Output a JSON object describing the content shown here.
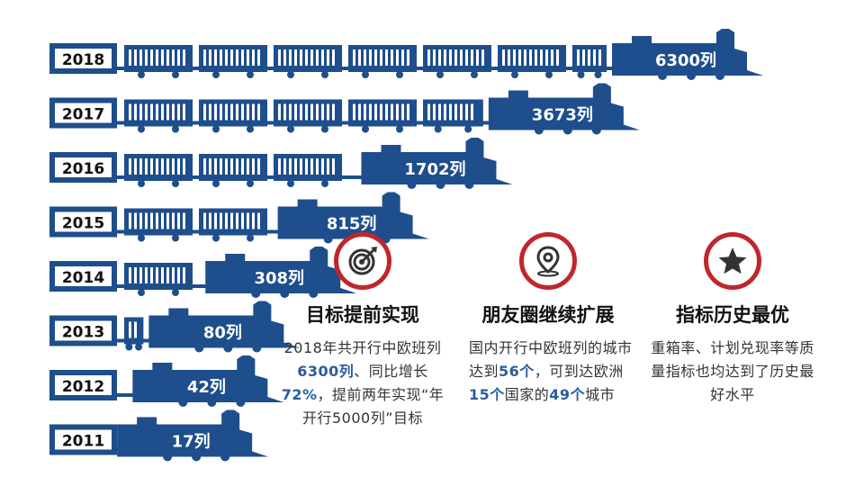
{
  "chart_data": {
    "type": "bar",
    "categories": [
      "2018",
      "2017",
      "2016",
      "2015",
      "2014",
      "2013",
      "2012",
      "2011"
    ],
    "values": [
      6300,
      3673,
      1702,
      815,
      308,
      80,
      42,
      17
    ],
    "value_labels": [
      "6300列",
      "3673列",
      "1702列",
      "815列",
      "308列",
      "80列",
      "42列",
      "17列"
    ],
    "color": "#1e4e8c"
  },
  "cards": [
    {
      "icon": "target-icon",
      "title": "目标提前实现",
      "body": [
        {
          "t": "2018年共开行中欧班列"
        },
        {
          "t": "6300列",
          "hl": true
        },
        {
          "t": "、同比增长"
        },
        {
          "t": "72%",
          "hl": true
        },
        {
          "t": "，提前两年实现“年开行5000列”目标"
        }
      ]
    },
    {
      "icon": "location-pin-icon",
      "title": "朋友圈继续扩展",
      "body": [
        {
          "t": "国内开行中欧班列的城市达到"
        },
        {
          "t": "56个",
          "hl": true
        },
        {
          "t": "，可到达欧洲"
        },
        {
          "t": "15个",
          "hl": true
        },
        {
          "t": "国家的"
        },
        {
          "t": "49个",
          "hl": true
        },
        {
          "t": "城市"
        }
      ]
    },
    {
      "icon": "star-icon",
      "title": "指标历史最优",
      "body": [
        {
          "t": "重箱率、计划兑现率等质量指标也均达到了历史最好水平"
        }
      ]
    }
  ],
  "colors": {
    "train": "#1e4e8c",
    "badge_ring": "#c0262d",
    "badge_icon": "#333333",
    "highlight": "#2a5c9e"
  }
}
